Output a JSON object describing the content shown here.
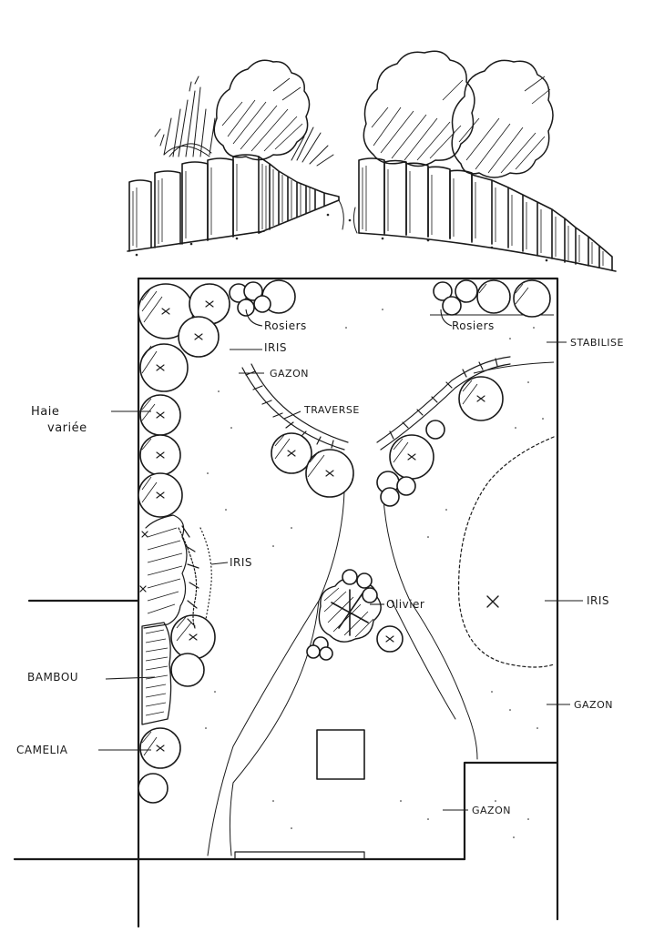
{
  "labels": {
    "rosiers_left": "Rosiers",
    "rosiers_right": "Rosiers",
    "iris_top": "IRIS",
    "gazon_top": "GAZON",
    "traverse": "TRAVERSE",
    "stabilise": "STABILISE",
    "haie_line1": "Haie",
    "haie_line2": "variée",
    "iris_left": "IRIS",
    "olivier": "Olivier",
    "iris_right": "IRIS",
    "bambou": "BAMBOU",
    "gazon_right": "GAZON",
    "camelia": "CAMELIA",
    "gazon_bottom": "GAZON"
  }
}
